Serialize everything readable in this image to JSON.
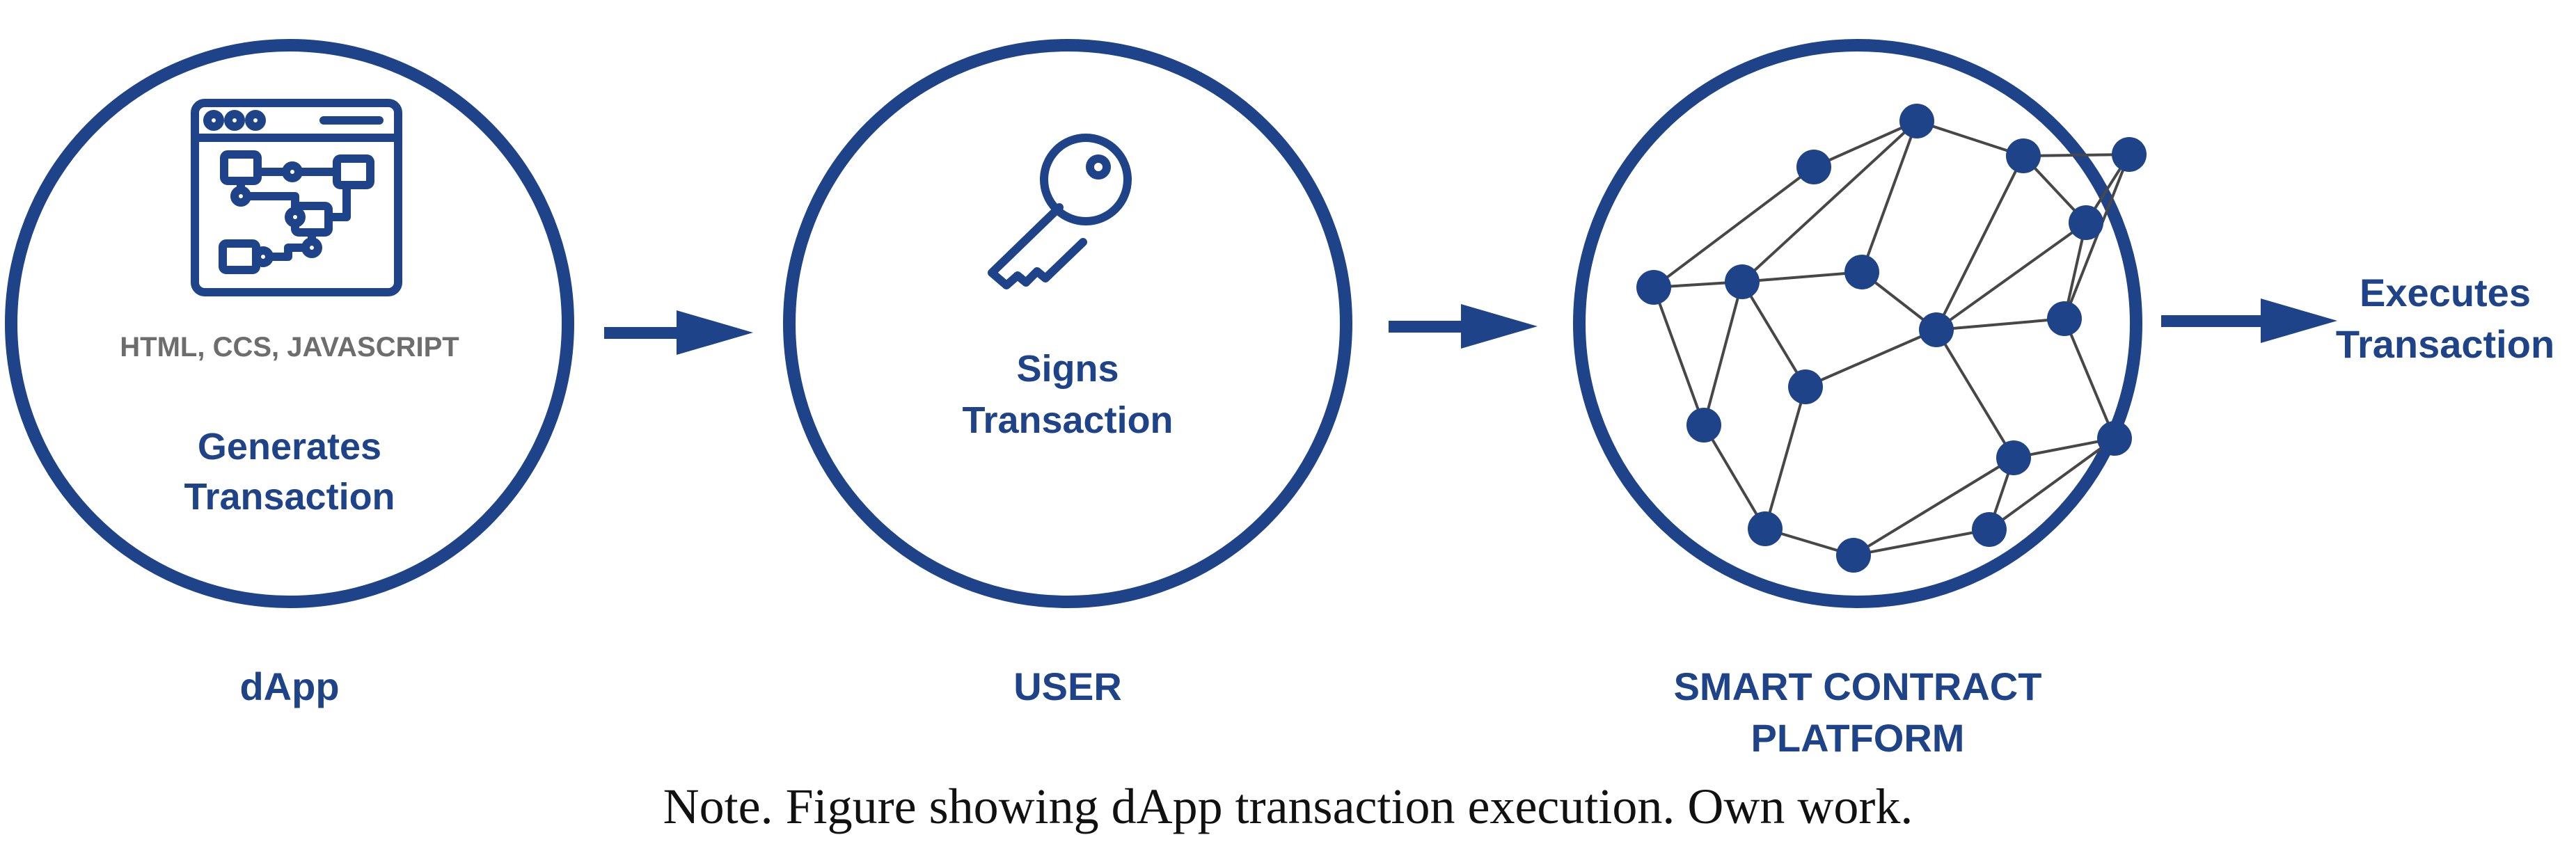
{
  "colors": {
    "primary": "#1e4388",
    "subtext": "#6d6d6d",
    "edge": "#474747",
    "caption": "#111111"
  },
  "nodes": {
    "dapp": {
      "icon": "browser-flowchart-icon",
      "tech": "HTML, CCS, JAVASCRIPT",
      "action": [
        "Generates",
        "Transaction"
      ],
      "label": "dApp"
    },
    "user": {
      "icon": "key-icon",
      "action": [
        "Signs",
        "Transaction"
      ],
      "label": "USER"
    },
    "platform": {
      "icon": "network-graph-icon",
      "label": [
        "SMART CONTRACT",
        "PLATFORM"
      ]
    }
  },
  "result": [
    "Executes",
    "Transaction"
  ],
  "caption": "Note. Figure showing dApp transaction execution. Own work."
}
